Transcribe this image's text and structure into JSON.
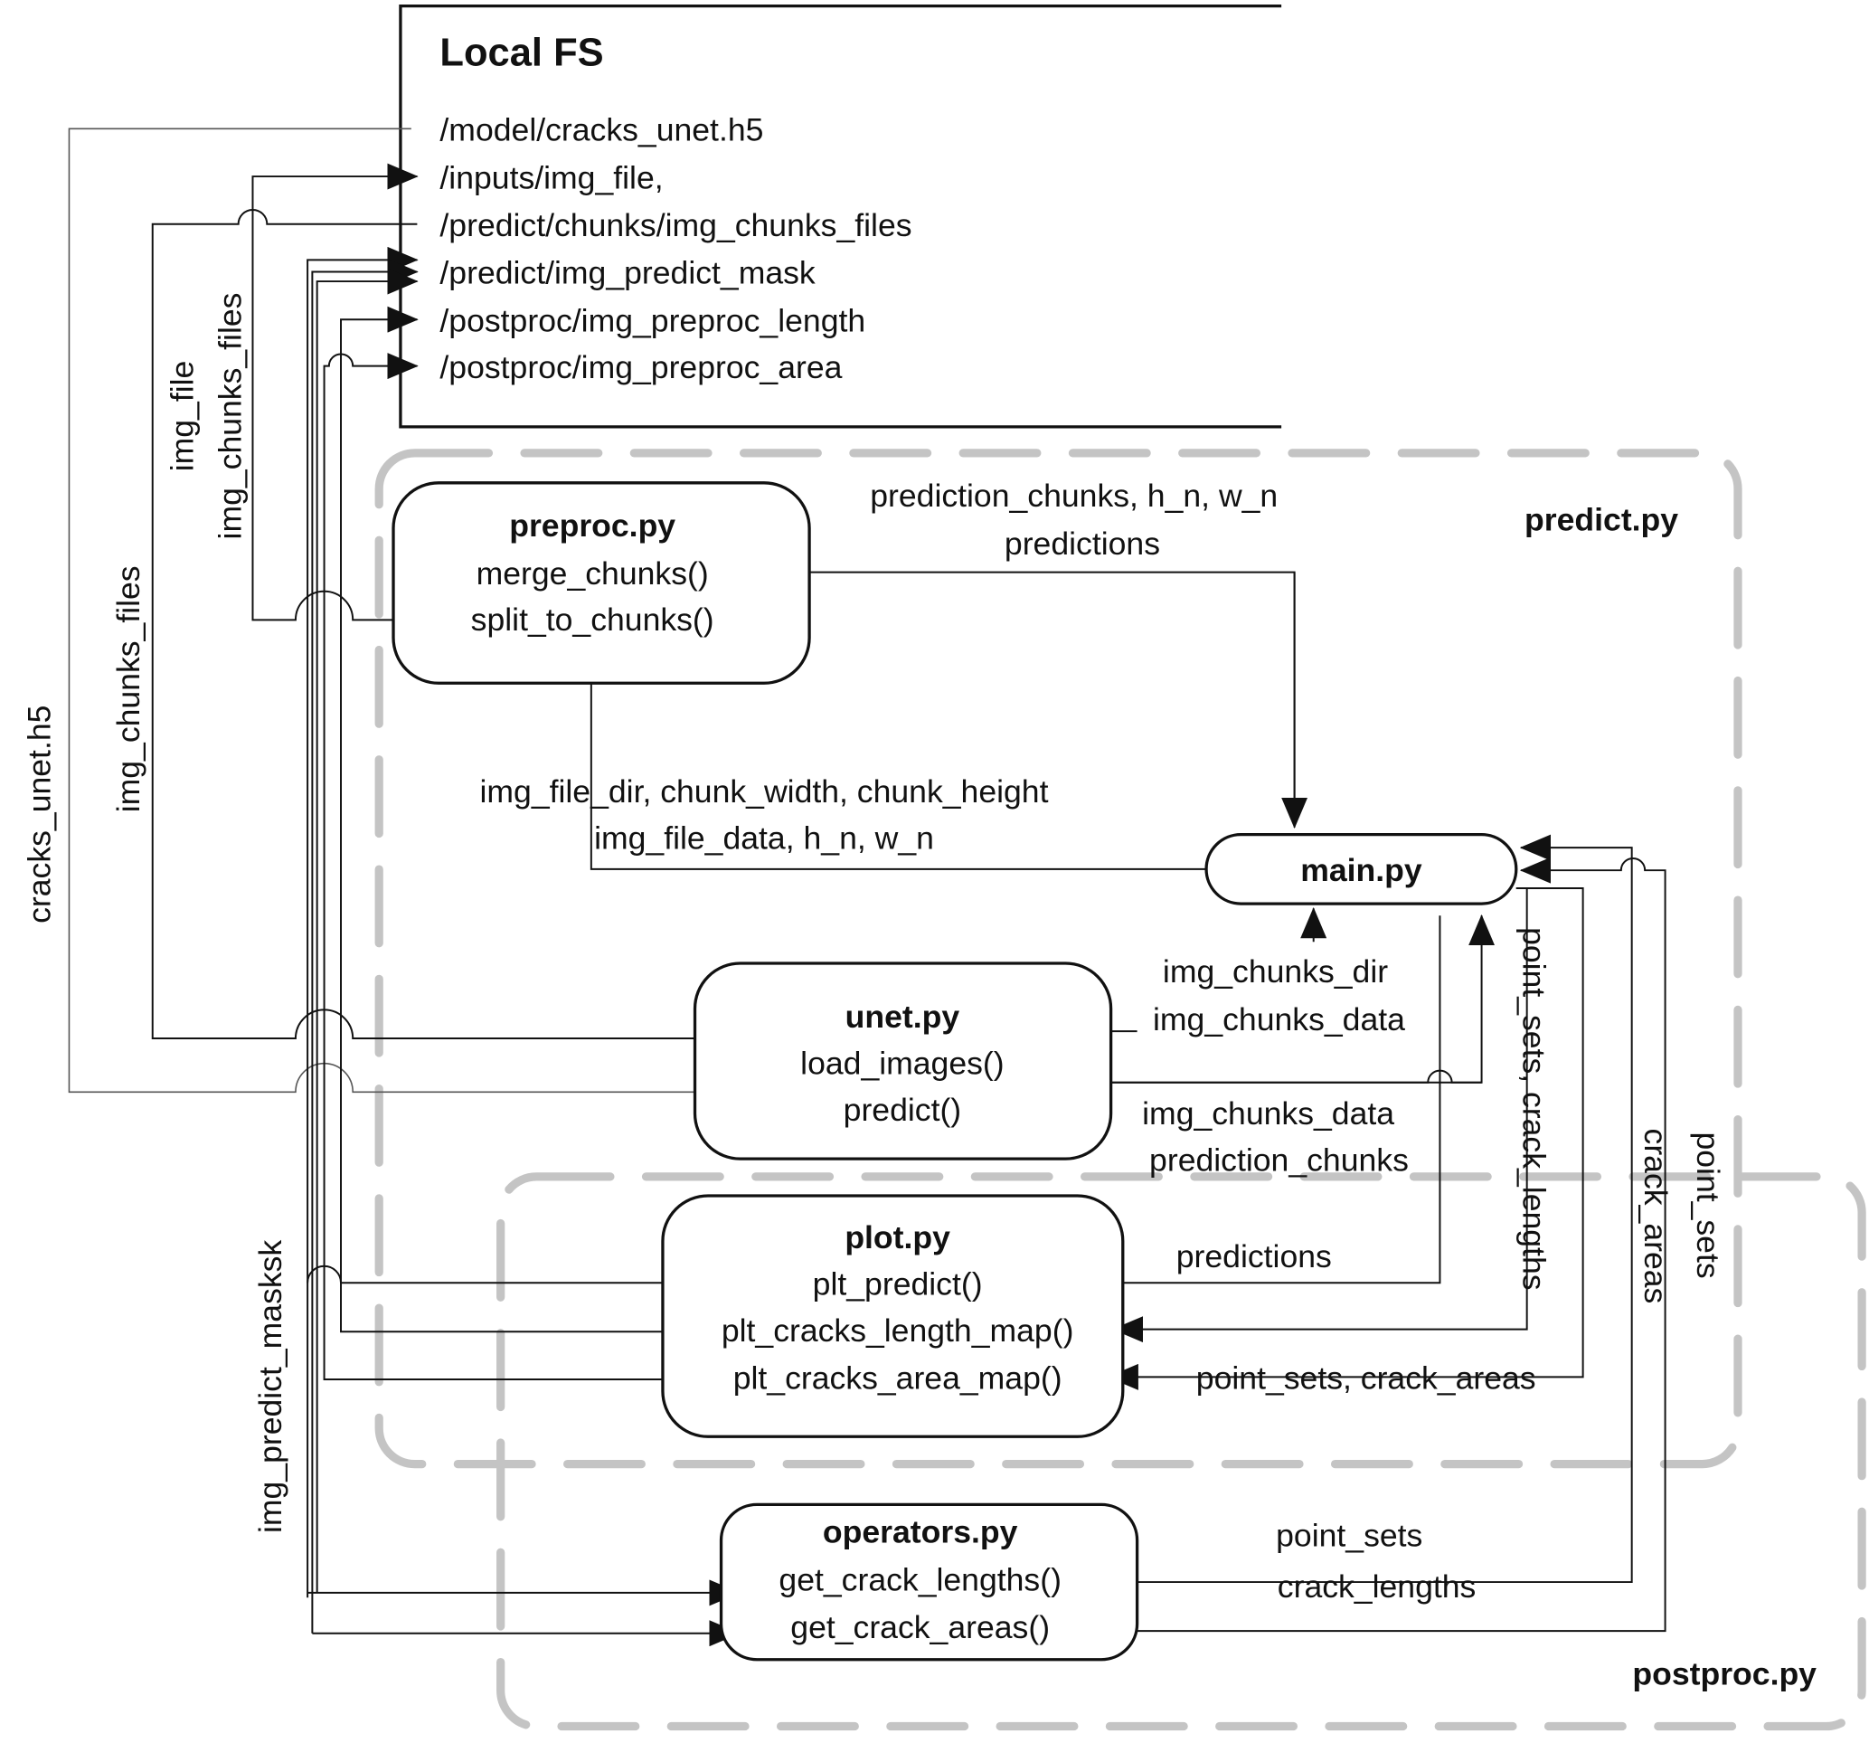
{
  "local_fs": {
    "title": "Local FS",
    "paths": [
      "/model/cracks_unet.h5",
      "/inputs/img_file,",
      "/predict/chunks/img_chunks_files",
      "/predict/img_predict_mask",
      "/postproc/img_preproc_length",
      "/postproc/img_preproc_area"
    ]
  },
  "regions": {
    "predict": "predict.py",
    "postproc": "postproc.py"
  },
  "modules": {
    "preproc": {
      "title": "preproc.py",
      "functions": [
        "merge_chunks()",
        "split_to_chunks()"
      ]
    },
    "main": {
      "title": "main.py"
    },
    "unet": {
      "title": "unet.py",
      "functions": [
        "load_images()",
        "predict()"
      ]
    },
    "plot": {
      "title": "plot.py",
      "functions": [
        "plt_predict()",
        "plt_cracks_length_map()",
        "plt_cracks_area_map()"
      ]
    },
    "operators": {
      "title": "operators.py",
      "functions": [
        "get_crack_lengths()",
        "get_crack_areas()"
      ]
    }
  },
  "edge_labels": {
    "main_to_preproc": [
      "prediction_chunks, h_n, w_n",
      "predictions"
    ],
    "preproc_to_main": [
      "img_file_dir, chunk_width, chunk_height",
      "img_file_data, h_n, w_n"
    ],
    "unet_main_upper": [
      "img_chunks_dir",
      "img_chunks_data"
    ],
    "unet_main_lower": [
      "img_chunks_data",
      "prediction_chunks"
    ],
    "predictions_to_plot": "predictions",
    "area_to_plot": "point_sets, crack_areas",
    "lengths_to_plot": "point_sets, crack_lengths",
    "operators_lengths": [
      "point_sets",
      "crack_lengths"
    ],
    "operators_areas": [
      "crack_areas",
      "point_sets"
    ],
    "left_cracks_unet": "cracks_unet.h5",
    "left_img_chunks_files_outer": "img_chunks_files",
    "left_img_file": "img_file",
    "left_img_chunks_files_inner": "img_chunks_files",
    "left_img_predict_mask": "img_predict_masksk"
  }
}
